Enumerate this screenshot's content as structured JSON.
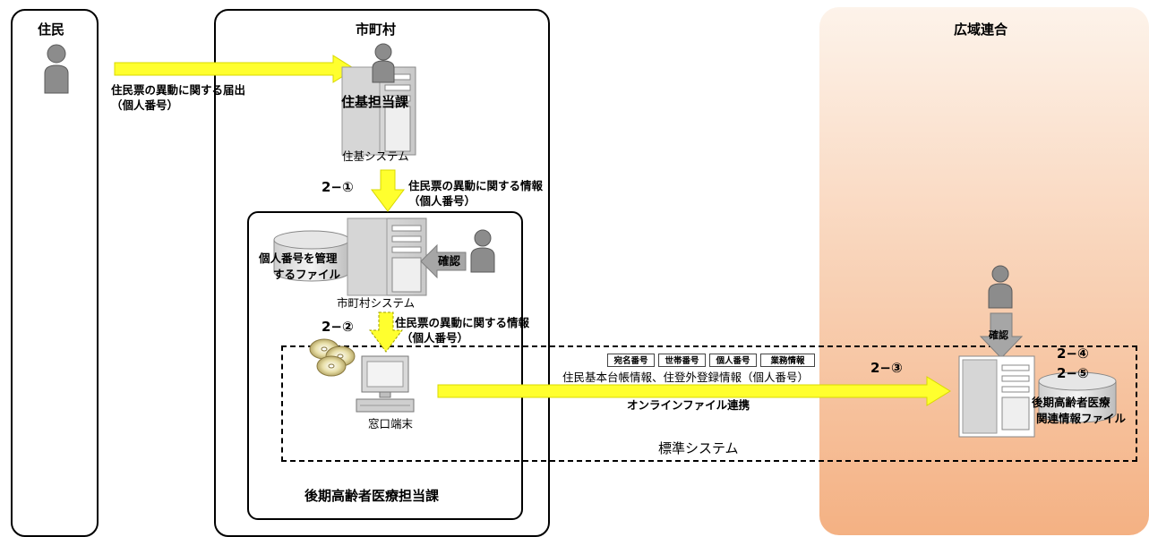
{
  "lanes": {
    "resident": "住民",
    "municipality": "市町村",
    "wide_area": "広域連合"
  },
  "municipality": {
    "juki_division": "住基担当課",
    "juki_system": "住基システム",
    "municipal_system": "市町村システム",
    "mynumber_file_line1": "個人番号を管理",
    "mynumber_file_line2": "するファイル",
    "confirm": "確認",
    "window_terminal": "窓口端末",
    "elderly_division": "後期高齢者医療担当課"
  },
  "flows": {
    "notification_line1": "住民票の異動に関する届出",
    "notification_line2": "（個人番号）",
    "step_2_1": "2−①",
    "info_line1": "住民票の異動に関する情報",
    "info_line2": "（個人番号）",
    "step_2_2": "2−②",
    "info2_line1": "住民票の異動に関する情報",
    "info2_line2": "（個人番号）",
    "step_2_3": "2−③",
    "tags": [
      "宛名番号",
      "世帯番号",
      "個人番号",
      "業務情報"
    ],
    "transfer_info": "住民基本台帳情報、住登外登録情報（個人番号）",
    "online_link": "オンラインファイル連携",
    "standard_system": "標準システム"
  },
  "wide_area": {
    "confirm": "確認",
    "step_2_4": "2−④",
    "step_2_5": "2−⑤",
    "file_line1": "後期高齢者医療",
    "file_line2": "関連情報ファイル"
  },
  "colors": {
    "arrow_yellow": "#ffff2e",
    "gray_arrow": "#a6a6a6",
    "wide_area_top": "#fce9d8",
    "wide_area_bottom": "#f4b183"
  }
}
